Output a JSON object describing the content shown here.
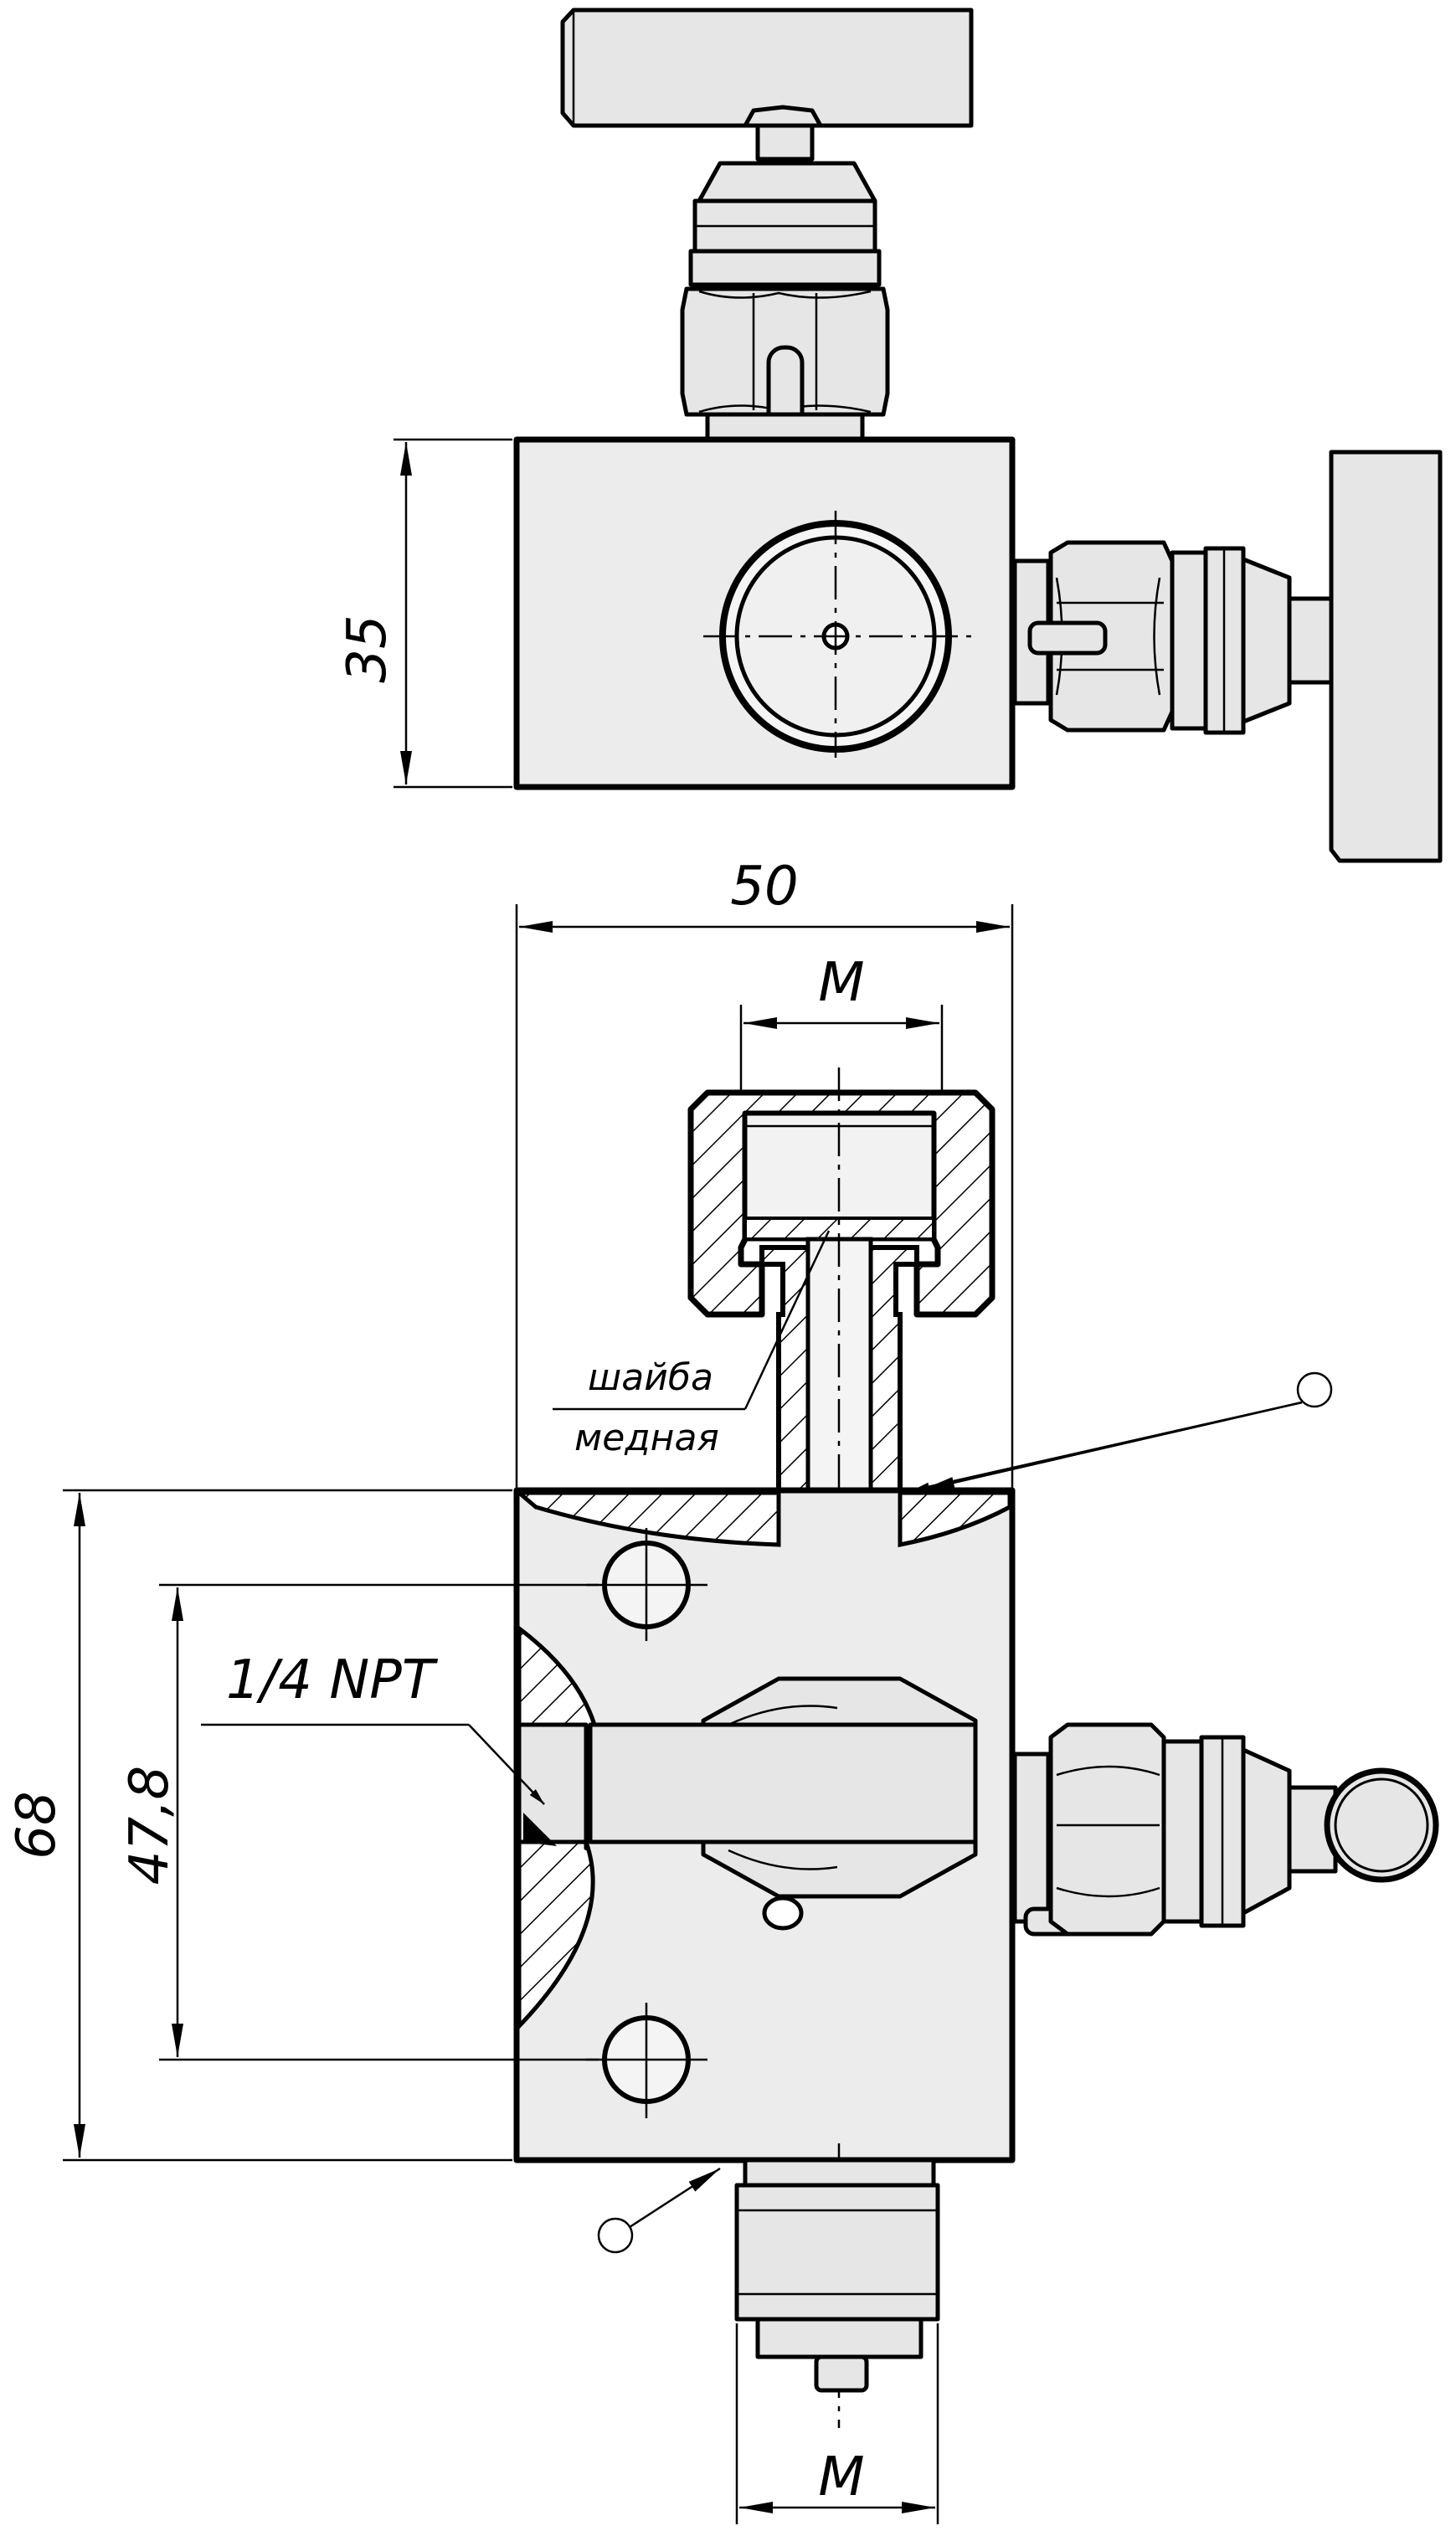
{
  "dimensions": {
    "top_height": "35",
    "width": "50",
    "thread_top": "M",
    "thread_bottom": "M",
    "total_height": "68",
    "hole_spacing": "47,8"
  },
  "labels": {
    "npt_thread": "1/4 NPT",
    "washer_line1": "шайба",
    "washer_line2": "медная"
  }
}
